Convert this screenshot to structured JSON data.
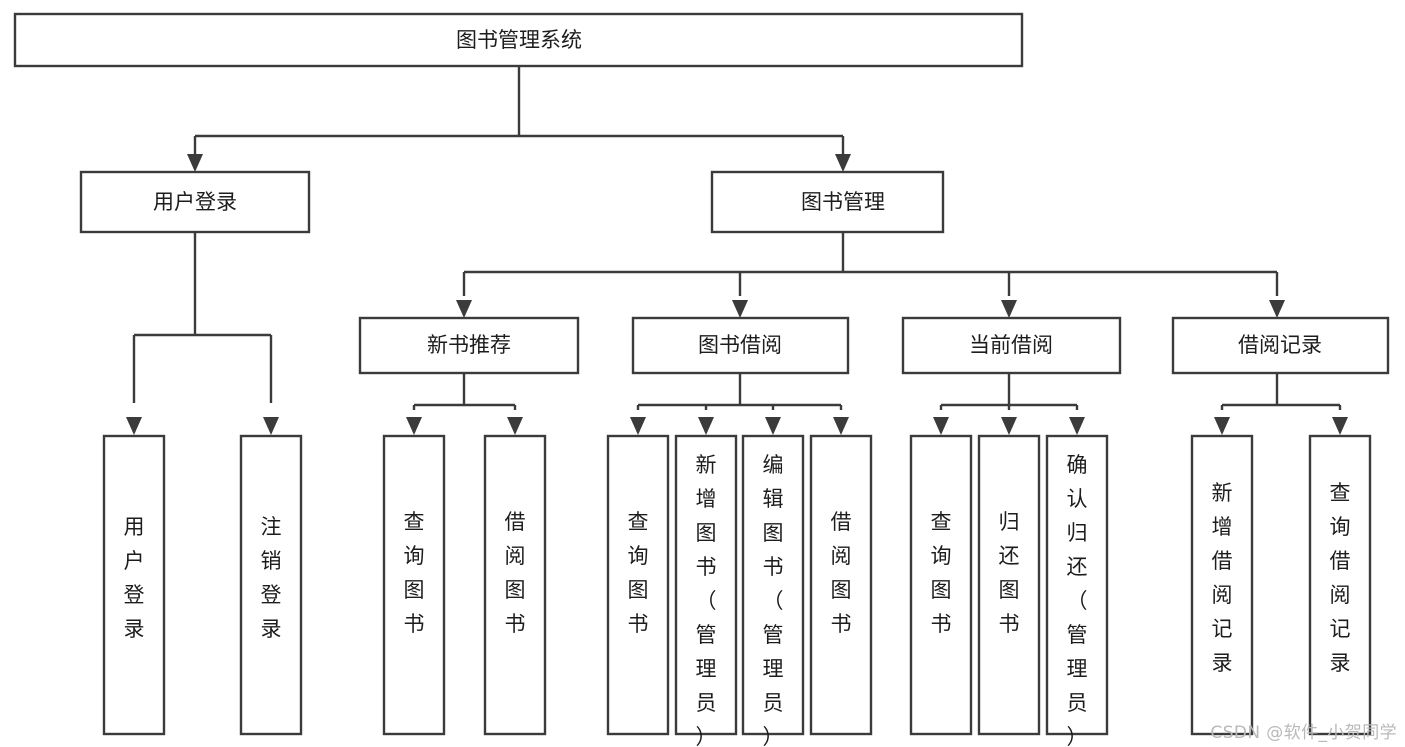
{
  "diagram": {
    "kind": "function-structure-tree",
    "title": "图书管理系统",
    "background_color": "#ffffff",
    "line_color": "#3b3b3b",
    "text_color": "#1d1d1d",
    "levels": [
      {
        "level": 1,
        "nodes": [
          {
            "id": "root",
            "label": "图书管理系统",
            "orientation": "horizontal"
          }
        ]
      },
      {
        "level": 2,
        "nodes": [
          {
            "id": "login",
            "label": "用户登录",
            "orientation": "horizontal",
            "parent": "root"
          },
          {
            "id": "bookmgmt",
            "label": "图书管理",
            "orientation": "horizontal",
            "parent": "root"
          }
        ]
      },
      {
        "level": 3,
        "nodes": [
          {
            "id": "newbook",
            "label": "新书推荐",
            "orientation": "horizontal",
            "parent": "bookmgmt"
          },
          {
            "id": "borrow",
            "label": "图书借阅",
            "orientation": "horizontal",
            "parent": "bookmgmt"
          },
          {
            "id": "current",
            "label": "当前借阅",
            "orientation": "horizontal",
            "parent": "bookmgmt"
          },
          {
            "id": "records",
            "label": "借阅记录",
            "orientation": "horizontal",
            "parent": "bookmgmt"
          }
        ]
      },
      {
        "level": 4,
        "nodes": [
          {
            "id": "leaf-user-login",
            "label": "用户登录",
            "orientation": "vertical",
            "parent": "login"
          },
          {
            "id": "leaf-user-logout",
            "label": "注销登录",
            "orientation": "vertical",
            "parent": "login"
          },
          {
            "id": "leaf-newbook-query",
            "label": "查询图书",
            "orientation": "vertical",
            "parent": "newbook"
          },
          {
            "id": "leaf-newbook-borrow",
            "label": "借阅图书",
            "orientation": "vertical",
            "parent": "newbook"
          },
          {
            "id": "leaf-borrow-query",
            "label": "查询图书",
            "orientation": "vertical",
            "parent": "borrow"
          },
          {
            "id": "leaf-borrow-add",
            "label": "新增图书（管理员）",
            "orientation": "vertical",
            "parent": "borrow"
          },
          {
            "id": "leaf-borrow-edit",
            "label": "编辑图书（管理员）",
            "orientation": "vertical",
            "parent": "borrow"
          },
          {
            "id": "leaf-borrow-lend",
            "label": "借阅图书",
            "orientation": "vertical",
            "parent": "borrow"
          },
          {
            "id": "leaf-current-query",
            "label": "查询图书",
            "orientation": "vertical",
            "parent": "current"
          },
          {
            "id": "leaf-current-return",
            "label": "归还图书",
            "orientation": "vertical",
            "parent": "current"
          },
          {
            "id": "leaf-current-confirm",
            "label": "确认归还（管理员）",
            "orientation": "vertical",
            "parent": "current"
          },
          {
            "id": "leaf-records-add",
            "label": "新增借阅记录",
            "orientation": "vertical",
            "parent": "records"
          },
          {
            "id": "leaf-records-query",
            "label": "查询借阅记录",
            "orientation": "vertical",
            "parent": "records"
          }
        ]
      }
    ]
  },
  "watermark": {
    "text": "CSDN @软件_小贺同学"
  }
}
